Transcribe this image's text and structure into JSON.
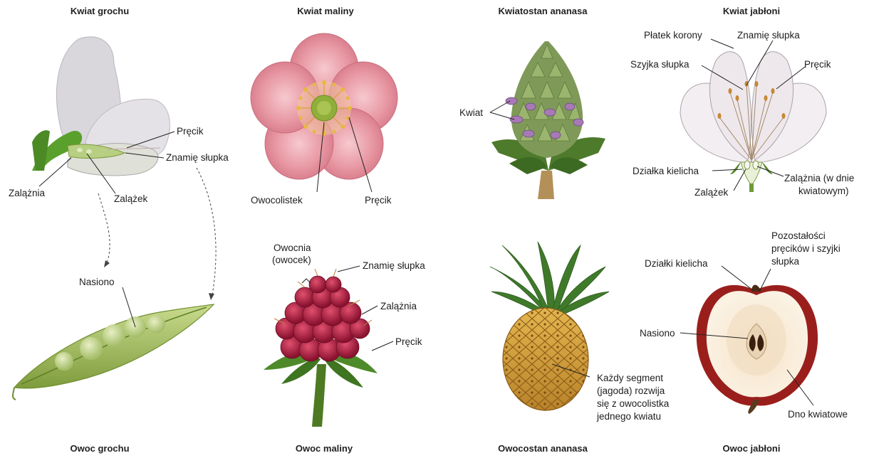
{
  "titles": {
    "pea_flower": "Kwiat grochu",
    "raspberry_flower": "Kwiat maliny",
    "pineapple_inflorescence": "Kwiatostan ananasa",
    "apple_flower": "Kwiat jabłoni",
    "pea_fruit": "Owoc grochu",
    "raspberry_fruit": "Owoc maliny",
    "pineapple_fruit": "Owocostan ananasa",
    "apple_fruit": "Owoc jabłoni"
  },
  "labels": {
    "pea_stamen": "Pręcik",
    "pea_stigma": "Znamię słupka",
    "pea_ovary": "Zalążnia",
    "pea_ovule": "Zalążek",
    "pea_seed": "Nasiono",
    "rasp_carpel": "Owocolistek",
    "rasp_stamen": "Pręcik",
    "rasp_drupelet_1": "Owocnia",
    "rasp_drupelet_2": "(owocek)",
    "rasp_stigma": "Znamię słupka",
    "rasp_ovary": "Zalążnia",
    "rasp_stamen2": "Pręcik",
    "pine_flower": "Kwiat",
    "pine_segment_1": "Każdy segment",
    "pine_segment_2": "(jagoda) rozwija",
    "pine_segment_3": "się z owocolistka",
    "pine_segment_4": "jednego kwiatu",
    "apple_petal": "Płatek korony",
    "apple_stigma": "Znamię słupka",
    "apple_style": "Szyjka słupka",
    "apple_stamen": "Pręcik",
    "apple_sepal": "Działka kielicha",
    "apple_ovary_1": "Zalążnia (w dnie",
    "apple_ovary_2": "kwiatowym)",
    "apple_ovule": "Zalążek",
    "apple_remnants_1": "Pozostałości",
    "apple_remnants_2": "pręcików i szyjki",
    "apple_remnants_3": "słupka",
    "apple_sepals": "Działki kielicha",
    "apple_seed": "Nasiono",
    "apple_receptacle": "Dno kwiatowe"
  }
}
